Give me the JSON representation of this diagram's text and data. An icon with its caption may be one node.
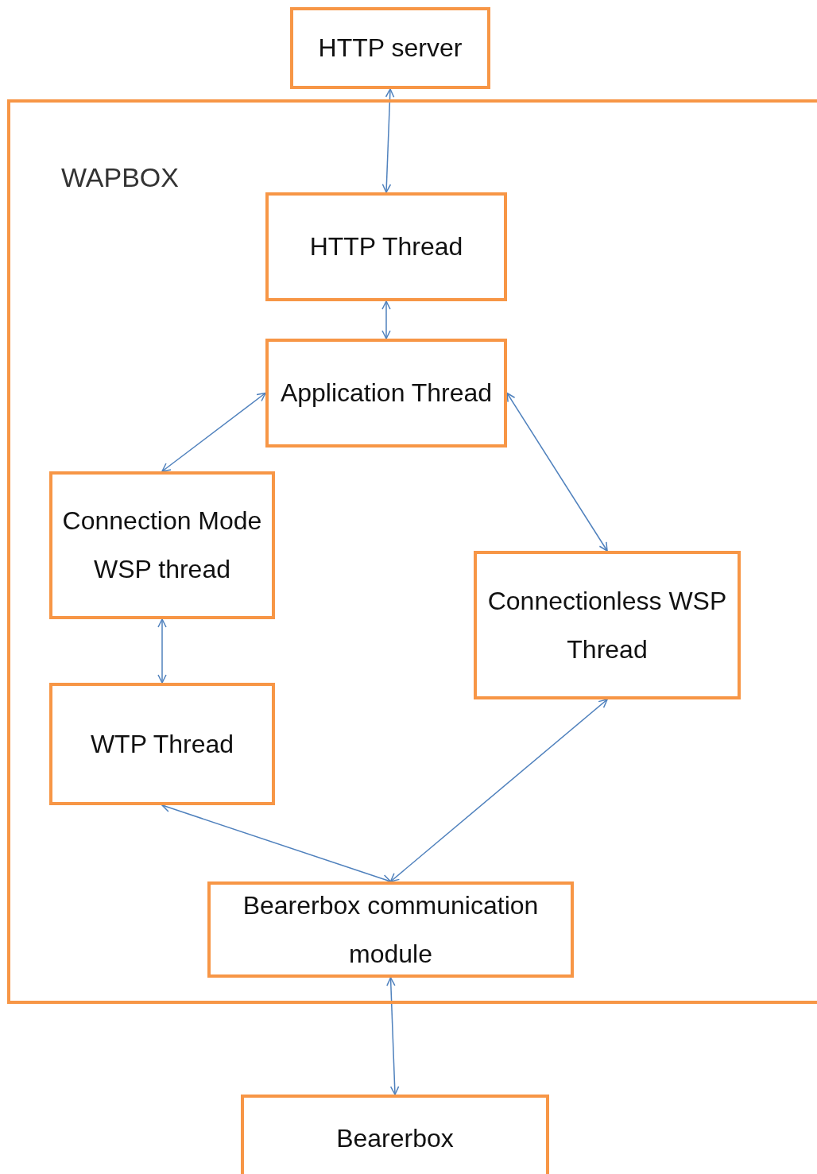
{
  "diagram": {
    "nodes": [
      {
        "text": [
          "HTTP server"
        ]
      },
      {
        "text": [
          "WAPBOX"
        ]
      },
      {
        "text": [
          "HTTP Thread"
        ],
        "in": 1
      },
      {
        "text": [
          "Application Thread"
        ],
        "in": 1
      },
      {
        "text": [
          "Connection Mode WSP thread"
        ],
        "in": 1
      },
      {
        "text": [
          "Connectionless WSP Thread"
        ],
        "in": 1
      },
      {
        "text": [
          "WTP Thread"
        ],
        "in": 1
      },
      {
        "text": [
          "Bearerbox communication module"
        ],
        "in": 1
      },
      {
        "text": [
          "Bearerbox"
        ]
      }
    ],
    "edges": [
      {
        "from": 0,
        "to": 2,
        "arrow": "both"
      },
      {
        "from": 2,
        "to": 3,
        "arrow": "both"
      },
      {
        "from": 3,
        "to": 4,
        "arrow": "both"
      },
      {
        "from": 3,
        "to": 5,
        "arrow": "both"
      },
      {
        "from": 4,
        "to": 6,
        "arrow": "both"
      },
      {
        "from": 6,
        "to": 7,
        "arrow": "both"
      },
      {
        "from": 5,
        "to": 7,
        "arrow": "both"
      },
      {
        "from": 7,
        "to": 8,
        "arrow": "both"
      }
    ]
  }
}
